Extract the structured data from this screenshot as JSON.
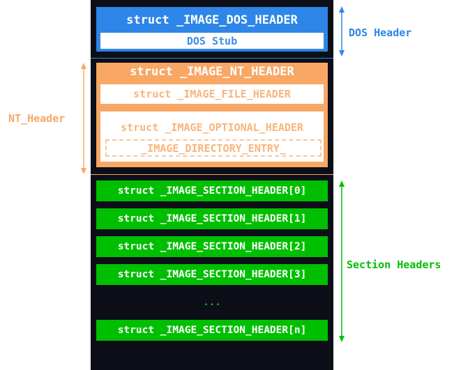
{
  "dos": {
    "title": "struct _IMAGE_DOS_HEADER",
    "stub": "DOS Stub",
    "label": "DOS Header"
  },
  "nt": {
    "title": "struct _IMAGE_NT_HEADER",
    "file_header": "struct _IMAGE_FILE_HEADER",
    "optional_header": "struct _IMAGE_OPTIONAL_HEADER",
    "directory_entry": "_IMAGE_DIRECTORY_ENTRY_",
    "label": "NT_Header"
  },
  "sections": {
    "items": [
      "struct _IMAGE_SECTION_HEADER[0]",
      "struct _IMAGE_SECTION_HEADER[1]",
      "struct _IMAGE_SECTION_HEADER[2]",
      "struct _IMAGE_SECTION_HEADER[3]",
      "struct _IMAGE_SECTION_HEADER[n]"
    ],
    "ellipsis": "...",
    "label": "Section Headers"
  },
  "colors": {
    "background": "#0c0f17",
    "dos_blue": "#2d86e8",
    "nt_orange": "#f8a765",
    "section_green": "#00bf00",
    "separator_blue": "#2d86e8",
    "separator_orange": "#f8a765"
  }
}
